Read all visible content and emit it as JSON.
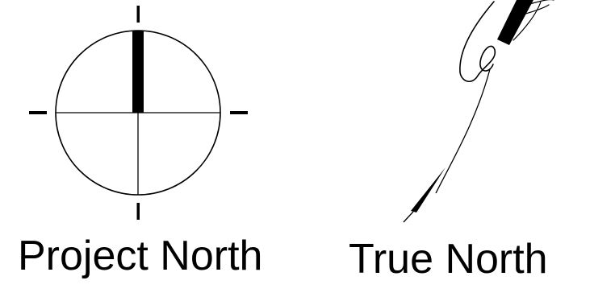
{
  "symbols": [
    {
      "id": "project-north",
      "label": "Project North",
      "icon": "crosshair-north-arrow-icon"
    },
    {
      "id": "true-north",
      "label": "True North",
      "icon": "needle-north-arrow-icon"
    }
  ],
  "colors": {
    "ink": "#000000",
    "background": "#ffffff"
  }
}
